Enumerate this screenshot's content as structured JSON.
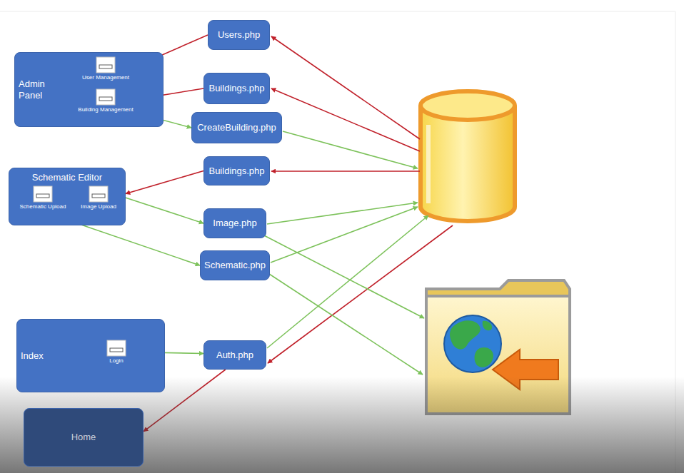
{
  "diagram": {
    "nodes": [
      {
        "text": [
          "Admin Panel"
        ]
      },
      {
        "text": [
          "User Management"
        ],
        "in": 0
      },
      {
        "text": [
          "Building Management"
        ],
        "in": 0
      },
      {
        "text": [
          "Users.php"
        ]
      },
      {
        "text": [
          "Buildings.php"
        ]
      },
      {
        "text": [
          "CreateBuilding.php"
        ]
      },
      {
        "text": [
          "Schematic Editor"
        ]
      },
      {
        "text": [
          "Schematic Upload"
        ],
        "in": 6
      },
      {
        "text": [
          "Image Upload"
        ],
        "in": 6
      },
      {
        "text": [
          "Buildings.php"
        ]
      },
      {
        "text": [
          "Image.php"
        ]
      },
      {
        "text": [
          "Schematic.php"
        ]
      },
      {
        "text": [
          "Index"
        ]
      },
      {
        "text": [
          "Login"
        ],
        "in": 12
      },
      {
        "text": [
          "Auth.php"
        ]
      },
      {
        "text": [
          "Home"
        ]
      }
    ],
    "edges": [
      {
        "from": 3,
        "to": 1,
        "arrow": "to"
      },
      {
        "from": 4,
        "to": 2,
        "arrow": "to"
      },
      {
        "from": 2,
        "to": 5,
        "arrow": "to"
      },
      {
        "from": 9,
        "to": 6,
        "arrow": "to"
      },
      {
        "from": 8,
        "to": 10,
        "arrow": "to"
      },
      {
        "from": 7,
        "to": 11,
        "arrow": "to"
      },
      {
        "from": 13,
        "to": 14,
        "arrow": "to"
      },
      {
        "from": 14,
        "to": 15,
        "arrow": "to"
      }
    ]
  }
}
